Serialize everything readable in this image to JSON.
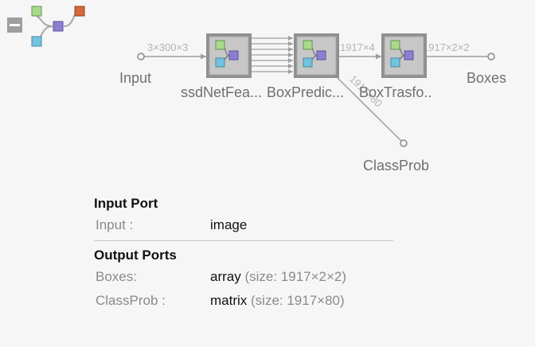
{
  "graph": {
    "nodes": [
      {
        "label": "Input"
      },
      {
        "label": "ssdNetFea..."
      },
      {
        "label": "BoxPredic..."
      },
      {
        "label": "BoxTrasfo.."
      },
      {
        "label": "Boxes"
      },
      {
        "label": "ClassProb"
      }
    ],
    "edges": [
      {
        "label": "3×300×3"
      },
      {
        "label": "1917×4"
      },
      {
        "label": "1917×2×2"
      },
      {
        "label": "1917×80"
      }
    ],
    "colors": {
      "green": "#a9d98a",
      "purple": "#8a7fd2",
      "blue": "#71c4e0",
      "orange": "#d6673a"
    }
  },
  "info": {
    "input_heading": "Input Port",
    "input_rows": [
      {
        "key": "Input :",
        "value": "image",
        "detail": ""
      }
    ],
    "output_heading": "Output Ports",
    "output_rows": [
      {
        "key": "Boxes:",
        "value": "array",
        "detail": "(size: 1917×2×2)"
      },
      {
        "key": "ClassProb :",
        "value": "matrix",
        "detail": "(size: 1917×80)"
      }
    ]
  }
}
